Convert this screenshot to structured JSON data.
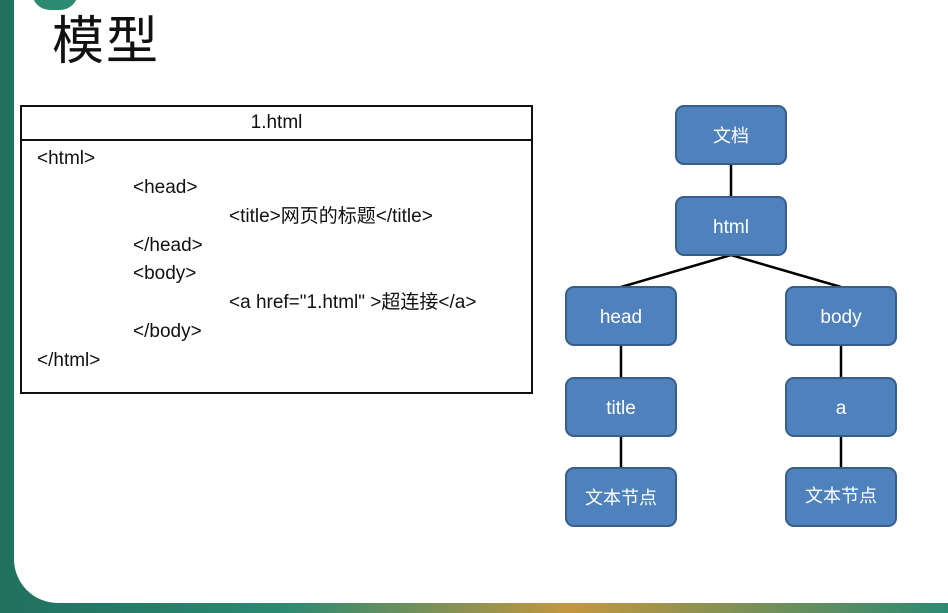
{
  "slide": {
    "title": "模型"
  },
  "code_box": {
    "filename": "1.html",
    "lines": [
      "<html>",
      "<head>",
      "<title>网页的标题</title>",
      "</head>",
      "<body>",
      "<a href=\"1.html\" >超连接</a>",
      "</body>",
      "</html>"
    ]
  },
  "tree": {
    "nodes": {
      "document": "文档",
      "html": "html",
      "head": "head",
      "body": "body",
      "title": "title",
      "a": "a",
      "text_left": "文本节点",
      "text_right": "文本节点"
    }
  },
  "colors": {
    "node_fill": "#4f81bd",
    "node_border": "#385d8a",
    "background_teal": "#2f7d6a",
    "accent_orange": "#d49a3a"
  }
}
